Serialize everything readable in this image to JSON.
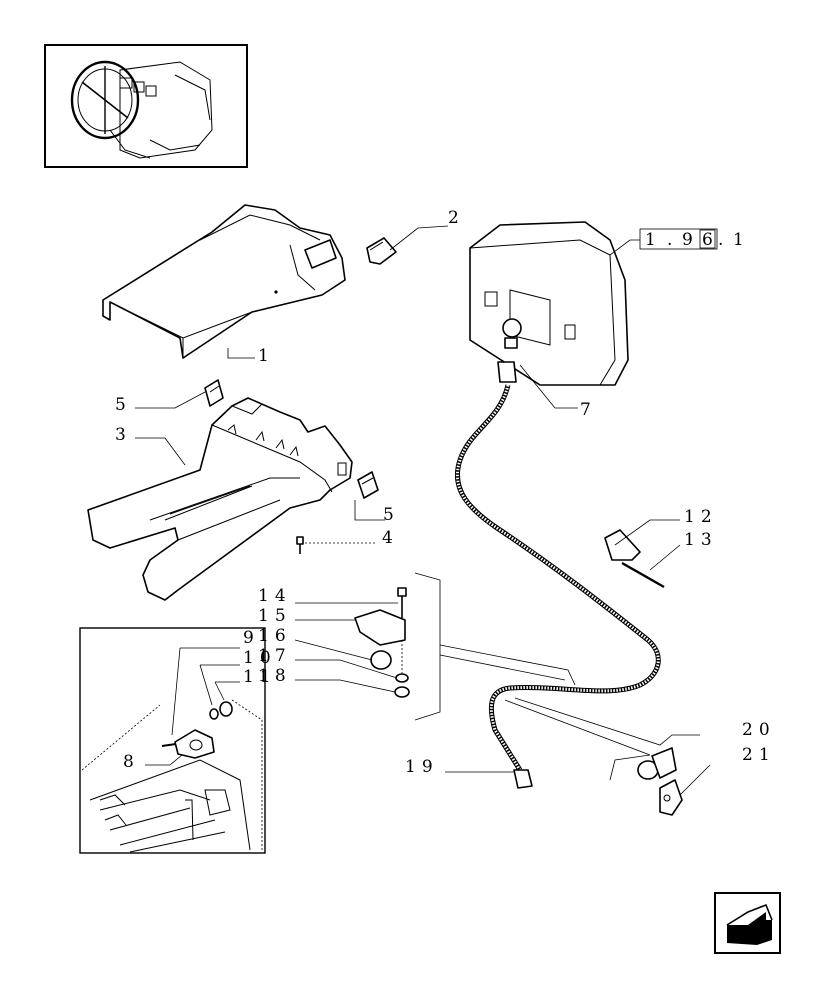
{
  "labels": {
    "l1": "1",
    "l2": "2",
    "l3": "3",
    "l4": "4",
    "l5a": "5",
    "l5b": "5",
    "l7": "7",
    "l8": "8",
    "l9": "9",
    "l10": "10",
    "l11": "11",
    "l12": "12",
    "l13": "13",
    "l14": "14",
    "l15": "15",
    "l16": "16",
    "l17": "17",
    "l18": "18",
    "l19": "19",
    "l20": "20",
    "l21": "21"
  },
  "reference": {
    "p1": "1",
    "p2": "9",
    "p3": "6",
    "p4": "1"
  },
  "icons": {
    "thumbnail": "tractor-cab-steering-thumbnail-icon",
    "next_page": "next-page-arrow-icon"
  }
}
